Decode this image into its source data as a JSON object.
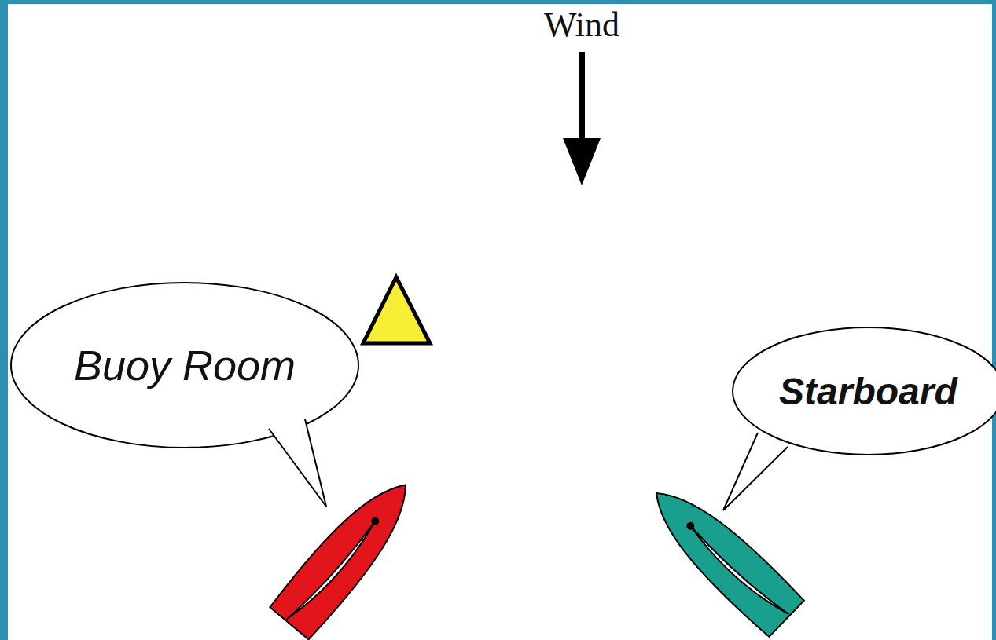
{
  "diagram": {
    "nodes": [
      {
        "text": [
          "Buoy Room"
        ]
      },
      {
        "text": [
          "Starboard"
        ]
      }
    ],
    "labels": [
      "Wind"
    ]
  }
}
